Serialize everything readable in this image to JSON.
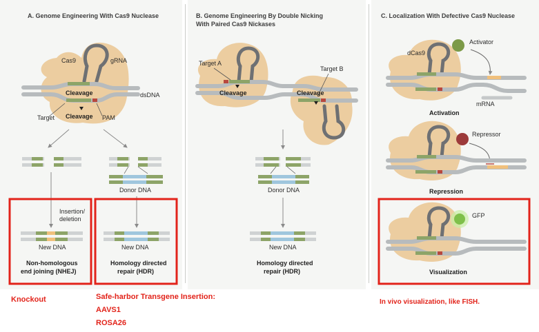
{
  "panels": {
    "a": {
      "title": "A. Genome Engineering With Cas9 Nuclease",
      "labels": {
        "cas9": "Cas9",
        "grna": "gRNA",
        "cleavage": "Cleavage",
        "dsdna": "dsDNA",
        "target": "Target",
        "pam": "PAM",
        "insertion_1": "Insertion/",
        "insertion_2": "deletion",
        "donor": "Donor DNA",
        "new_dna": "New DNA"
      },
      "nhej_1": "Non-homologous",
      "nhej_2": "end joining (NHEJ)",
      "hdr_1": "Homology directed",
      "hdr_2": "repair (HDR)"
    },
    "b": {
      "title_1": "B. Genome Engineering By Double Nicking",
      "title_2": "With Paired Cas9 Nickases",
      "labels": {
        "target_a": "Target A",
        "target_b": "Target B",
        "cleavage": "Cleavage",
        "donor": "Donor DNA",
        "new_dna": "New DNA"
      },
      "hdr_1": "Homology directed",
      "hdr_2": "repair (HDR)"
    },
    "c": {
      "title": "C. Localization With Defective Cas9 Nuclease",
      "labels": {
        "dcas9": "dCas9",
        "activator": "Activator",
        "mrna": "mRNA",
        "activation": "Activation",
        "repressor": "Repressor",
        "repression": "Repression",
        "gfp": "GFP",
        "visualization": "Visualization"
      }
    }
  },
  "annotations": {
    "knockout": "Knockout",
    "safe_harbor_1": "Safe-harbor Transgene Insertion:",
    "safe_harbor_2": "AAVS1",
    "safe_harbor_3": "ROSA26",
    "visualization_note": "In vivo visualization, like FISH."
  },
  "colors": {
    "protein": "#eccda0",
    "rna": "#6e7073",
    "dna": "#cfd2d3",
    "target": "#8da468",
    "pam": "#b8483e",
    "insertion": "#f0c07c",
    "donor": "#9fc6dd",
    "activator": "#7c9a47",
    "repressor": "#9c3a3a",
    "gfp": "#9fd86a",
    "highlight": "#e2231a"
  }
}
